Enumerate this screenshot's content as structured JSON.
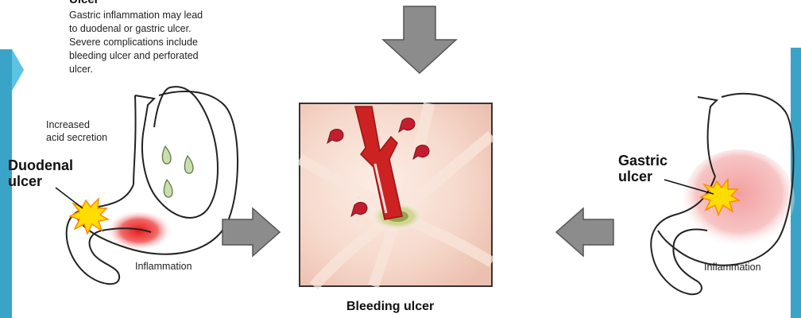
{
  "ulcer_section": {
    "heading": "Ulcer",
    "description_lines": [
      "Gastric inflammation may lead",
      "to duodenal or gastric ulcer.",
      "Severe complications include",
      "bleeding ulcer and perforated",
      "ulcer."
    ]
  },
  "left_stomach": {
    "acid_label_lines": [
      "Increased",
      "acid secretion"
    ],
    "ulcer_label_lines": [
      "Duodenal",
      "ulcer"
    ],
    "inflammation_label": "Inflammation"
  },
  "right_stomach": {
    "ulcer_label_lines": [
      "Gastric",
      "ulcer"
    ],
    "inflammation_label": "Inflammation"
  },
  "center": {
    "caption": "Bleeding ulcer"
  },
  "colors": {
    "accent_blue": "#3aa4c8",
    "arrow_gray": "#8c8c8c",
    "blood_red": "#cc2222",
    "inflammation_red": "#e83030",
    "mucosa_pink": "#f4d6cc",
    "starburst_yellow": "#ffdd00"
  }
}
